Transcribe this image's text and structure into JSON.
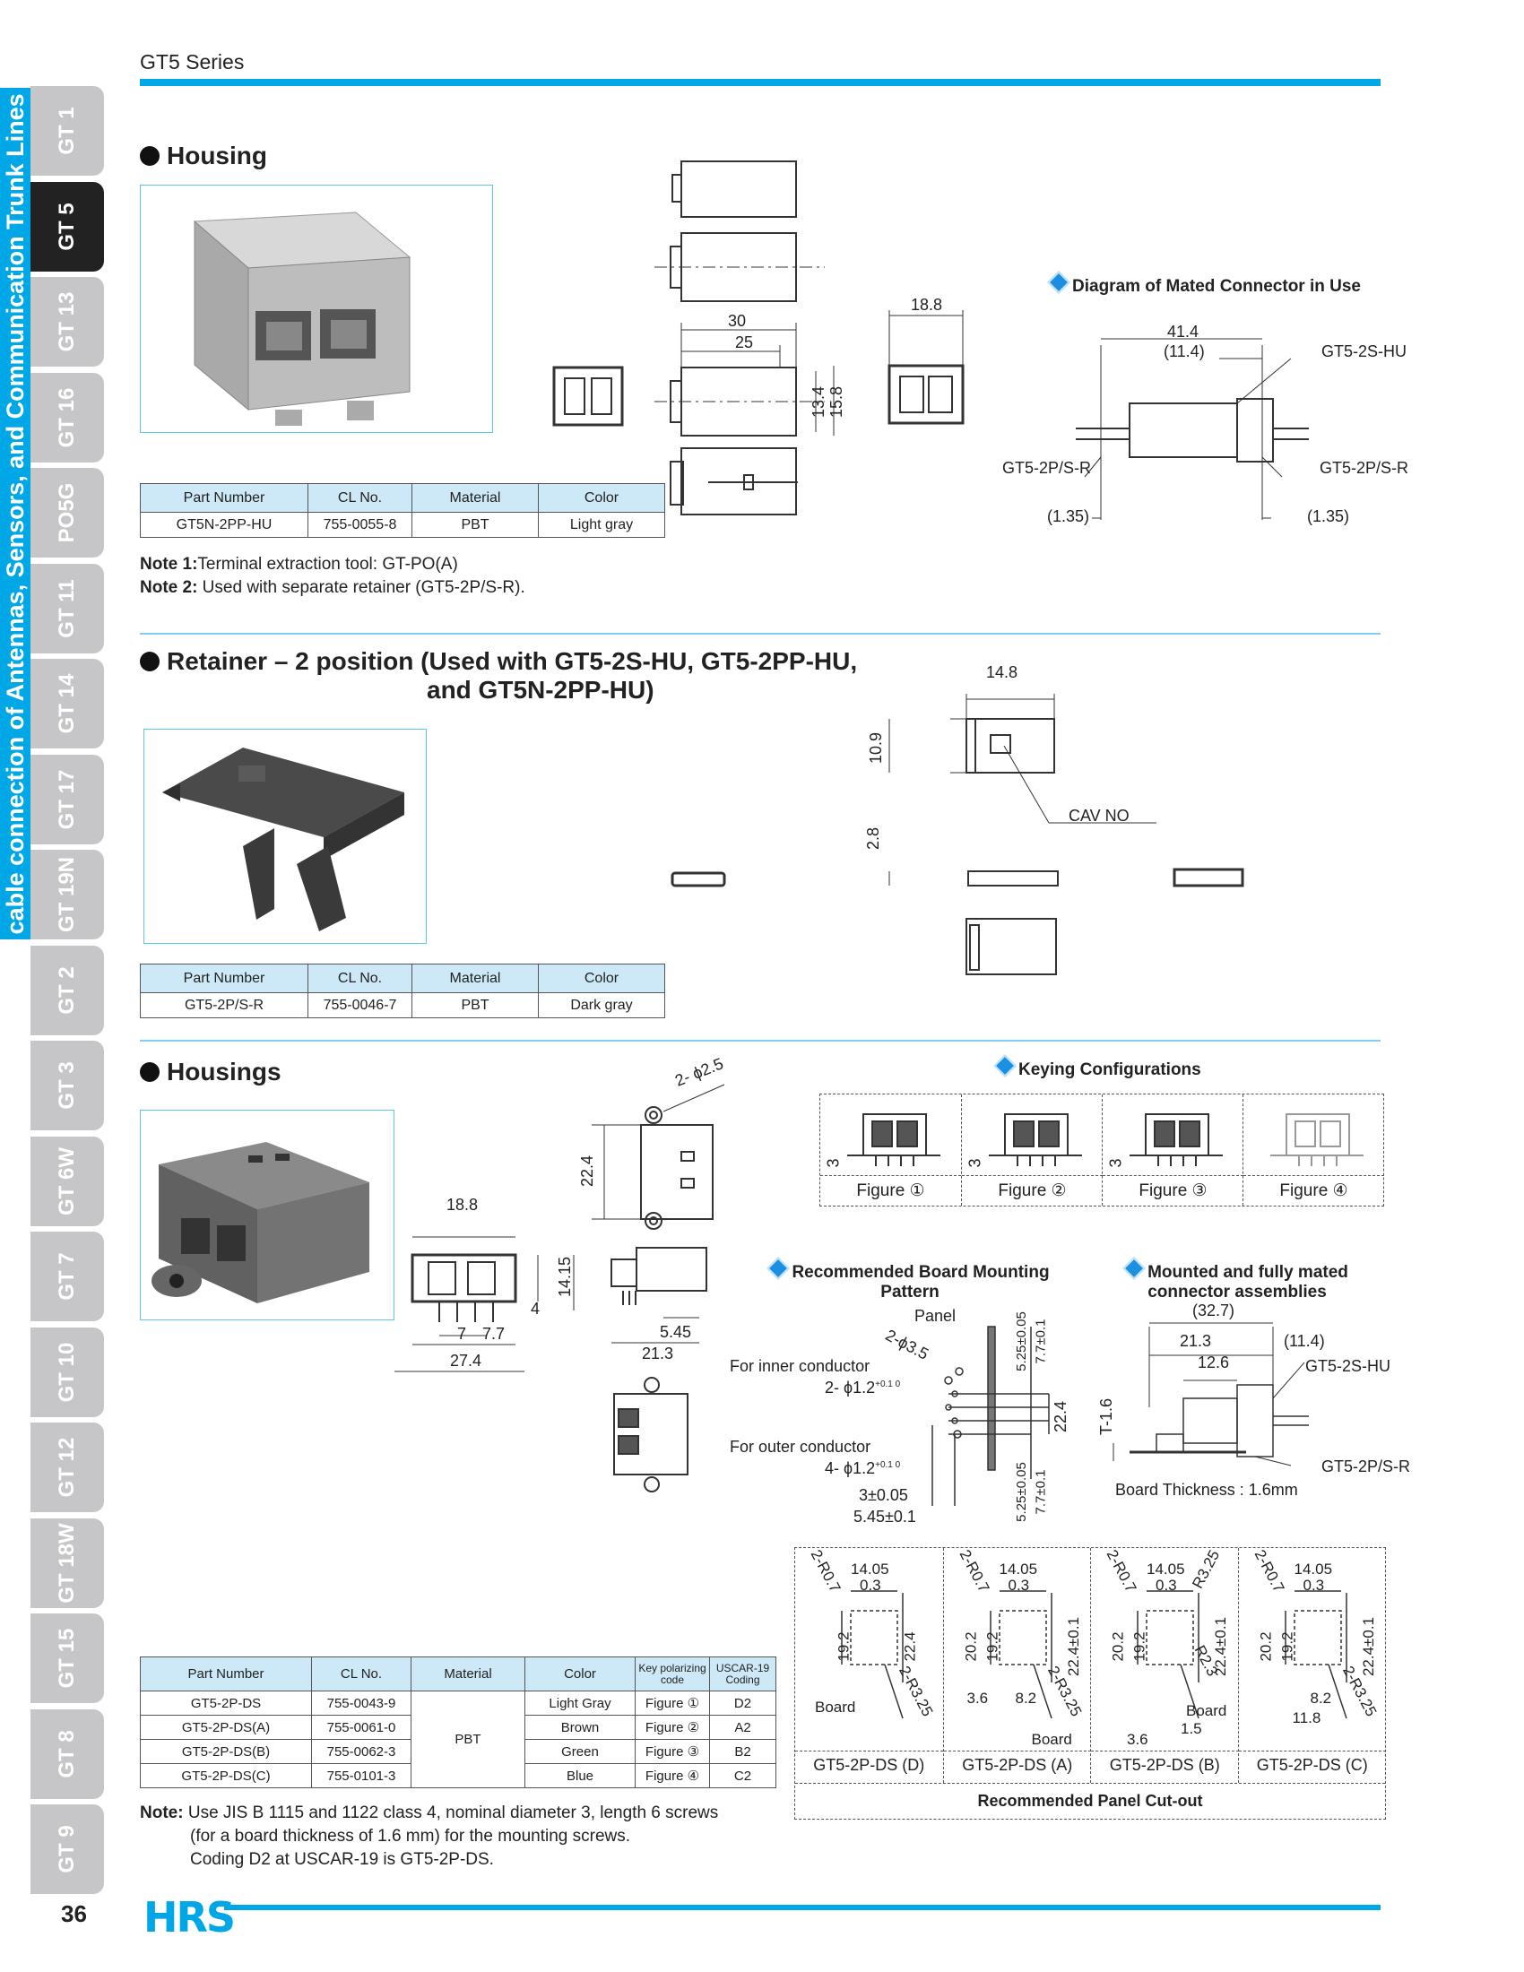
{
  "header": {
    "series": "GT5 Series"
  },
  "sidebar": {
    "vertical_title": "Coaxial cable connection of Antennas, Sensors, and Communication Trunk Lines",
    "tabs": [
      "GT 1",
      "GT 5",
      "GT 13",
      "GT 16",
      "PO5G",
      "GT 11",
      "GT 14",
      "GT 17",
      "GT 19N",
      "GT 2",
      "GT 3",
      "GT 6W",
      "GT 7",
      "GT 10",
      "GT 12",
      "GT 18W",
      "GT 15",
      "GT 8",
      "GT 9"
    ],
    "active_tab": "GT 5"
  },
  "sections": {
    "housing": {
      "title": "Housing",
      "table": {
        "headers": [
          "Part Number",
          "CL No.",
          "Material",
          "Color"
        ],
        "rows": [
          [
            "GT5N-2PP-HU",
            "755-0055-8",
            "PBT",
            "Light gray"
          ]
        ]
      },
      "note1_label": "Note 1:",
      "note1_text": "Terminal extraction tool: GT-PO(A)",
      "note2_label": "Note 2:",
      "note2_text": " Used with separate retainer (GT5-2P/S-R).",
      "dims": {
        "d30": "30",
        "d25": "25",
        "d13_4": "13.4",
        "d15_8": "15.8",
        "d18_8": "18.8"
      },
      "mated": {
        "title": "Diagram of Mated Connector in Use",
        "d41_4": "41.4",
        "d11_4": "(11.4)",
        "d1_35a": "(1.35)",
        "d1_35b": "(1.35)",
        "lbl_hu": "GT5-2S-HU",
        "lbl_left": "GT5-2P/S-R",
        "lbl_right": "GT5-2P/S-R"
      }
    },
    "retainer": {
      "title_line1": "Retainer – 2 position (Used with GT5-2S-HU, GT5-2PP-HU,",
      "title_line2": "and GT5N-2PP-HU)",
      "table": {
        "headers": [
          "Part Number",
          "CL No.",
          "Material",
          "Color"
        ],
        "rows": [
          [
            "GT5-2P/S-R",
            "755-0046-7",
            "PBT",
            "Dark gray"
          ]
        ]
      },
      "dims": {
        "d14_8": "14.8",
        "d10_9": "10.9",
        "d2_8": "2.8",
        "cav": "CAV  NO"
      }
    },
    "housings": {
      "title": "Housings",
      "dims": {
        "phi": "2- ϕ2.5",
        "d22_4": "22.4",
        "d18_8": "18.8",
        "d14_15": "14.15",
        "d4": "4",
        "d7": "7",
        "d7_7": "7.7",
        "d27_4": "27.4",
        "d5_45": "5.45",
        "d21_3": "21.3"
      },
      "keying": {
        "title": "Keying Configurations",
        "figures": [
          "Figure ①",
          "Figure ②",
          "Figure ③",
          "Figure ④"
        ],
        "dim3": "3"
      },
      "board": {
        "title_line1": "Recommended Board Mounting",
        "title_line2": "Pattern",
        "panel": "Panel",
        "phi35": "2-ϕ3.5",
        "inner": "For inner conductor",
        "inner_d": "2- ϕ1.2",
        "outer": "For outer conductor",
        "outer_d": "4- ϕ1.2",
        "tol": "+0.1 0",
        "d3": "3±0.05",
        "d545": "5.45±0.1",
        "v525a": "5.25±0.05",
        "v77a": "7.7±0.1",
        "v224": "22.4",
        "v525b": "5.25±0.05",
        "v77b": "7.7±0.1"
      },
      "mounted": {
        "title_line1": "Mounted and fully mated",
        "title_line2": "connector assemblies",
        "d327": "(32.7)",
        "d213": "21.3",
        "d114": "(11.4)",
        "d126": "12.6",
        "hu": "GT5-2S-HU",
        "r": "GT5-2P/S-R",
        "t": "T-1.6",
        "thickness": "Board Thickness : 1.6mm"
      },
      "cutout": {
        "caption": "Recommended Panel Cut-out",
        "panels": [
          {
            "name": "GT5-2P-DS (D)",
            "r07": "2-R0.7",
            "d1405": "14.05",
            "d03": "0.3",
            "d192": "19.2",
            "d224": "22.4",
            "board": "Board",
            "r325": "2-R3.25"
          },
          {
            "name": "GT5-2P-DS (A)",
            "r07": "2-R0.7",
            "d1405": "14.05",
            "d03": "0.3",
            "d202": "20.2",
            "d192": "19.2",
            "d224": "22.4±0.1",
            "d36": "3.6",
            "d82": "8.2",
            "r325": "2-R3.25",
            "board": "Board"
          },
          {
            "name": "GT5-2P-DS (B)",
            "r07": "2-R0.7",
            "d1405": "14.05",
            "d03": "0.3",
            "r325": "R3.25",
            "d202": "20.2",
            "d192": "19.2",
            "d224": "22.4±0.1",
            "r23": "R2.3",
            "board": "Board",
            "d15": "1.5",
            "d36": "3.6"
          },
          {
            "name": "GT5-2P-DS (C)",
            "r07": "2-R0.7",
            "d1405": "14.05",
            "d03": "0.3",
            "d202": "20.2",
            "d192": "19.2",
            "d224": "22.4±0.1",
            "d82": "8.2",
            "d118": "11.8",
            "r325": "2-R3.25"
          }
        ]
      },
      "table": {
        "headers": [
          "Part Number",
          "CL No.",
          "Material",
          "Color",
          "Key polarizing code",
          "USCAR-19 Coding"
        ],
        "rows": [
          [
            "GT5-2P-DS",
            "755-0043-9",
            "Light Gray",
            "Figure ①",
            "D2"
          ],
          [
            "GT5-2P-DS(A)",
            "755-0061-0",
            "Brown",
            "Figure ②",
            "A2"
          ],
          [
            "GT5-2P-DS(B)",
            "755-0062-3",
            "Green",
            "Figure ③",
            "B2"
          ],
          [
            "GT5-2P-DS(C)",
            "755-0101-3",
            "Blue",
            "Figure ④",
            "C2"
          ]
        ],
        "material": "PBT"
      },
      "note_label": "Note:",
      "note_line1": " Use JIS B 1115 and 1122 class 4, nominal diameter 3, length 6 screws",
      "note_line2": "(for a board thickness of 1.6 mm) for the mounting screws.",
      "note_line3": "Coding D2 at USCAR-19 is GT5-2P-DS."
    }
  },
  "footer": {
    "page": "36",
    "logo": "HRS"
  }
}
